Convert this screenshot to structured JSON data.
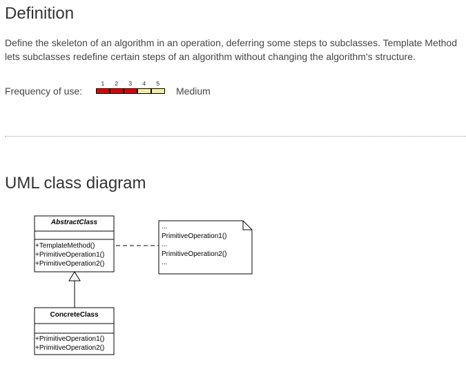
{
  "definition": {
    "heading": "Definition",
    "text": "Define the skeleton of an algorithm in an operation, deferring some steps to subclasses. Template Method lets subclasses redefine certain steps of an algorithm without changing the algorithm's structure."
  },
  "frequency": {
    "label": "Frequency of use:",
    "value_text": "Medium",
    "level": 3,
    "max": 5,
    "scale_numbers": [
      "1",
      "2",
      "3",
      "4",
      "5"
    ],
    "filled_color": "#e00000",
    "empty_color": "#f0f0a0"
  },
  "uml": {
    "heading": "UML class diagram",
    "abstract_class": {
      "name": "AbstractClass",
      "methods": [
        "+TemplateMethod()",
        "+PrimitiveOperation1()",
        "+PrimitiveOperation2()"
      ]
    },
    "concrete_class": {
      "name": "ConcreteClass",
      "methods": [
        "+PrimitiveOperation1()",
        "+PrimitiveOperation2()"
      ]
    },
    "note": {
      "lines": [
        "...",
        "PrimitiveOperation1()",
        "...",
        "PrimitiveOperation2()",
        "..."
      ]
    }
  }
}
